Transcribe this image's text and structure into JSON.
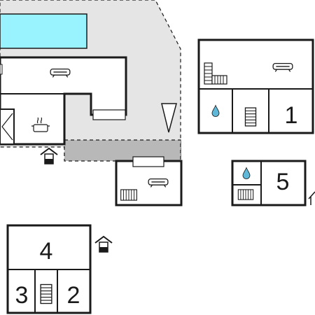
{
  "colors": {
    "pool": "#99f3ff",
    "terrace": "#e5e5e5",
    "covered_terrace": "#b8b8b8",
    "wall": "#1a1a1a",
    "water_drop": "#5fb8d8"
  },
  "rooms": {
    "bedroom_1": "1",
    "bedroom_2": "2",
    "bedroom_3": "3",
    "bedroom_4": "4",
    "bedroom_5": "5"
  },
  "icons": [
    "sofa-icon",
    "cooking-pot-icon",
    "entrance-icon",
    "radiator-icon",
    "stairs-icon",
    "water-drop-icon",
    "fireplace-icon",
    "north-arrow-icon"
  ]
}
